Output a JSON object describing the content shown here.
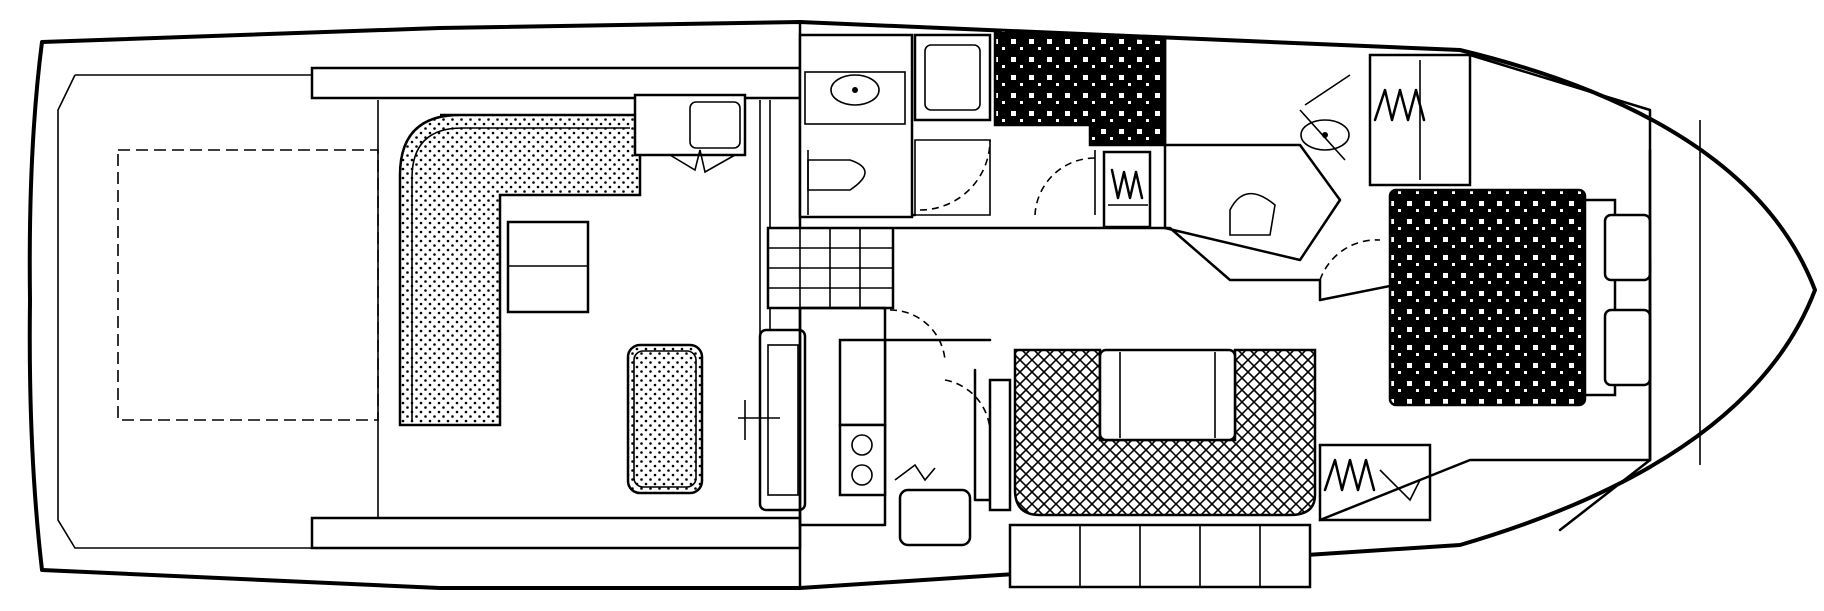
{
  "colors": {
    "line": "#000000",
    "background": "#ffffff"
  },
  "diagram": {
    "type": "floor-plan",
    "subject": "boat-deck-layout",
    "areas": [
      "cockpit",
      "aft-dinette-settee",
      "helm-console",
      "head-with-shower",
      "aft-cabin",
      "companionway-stairs",
      "galley",
      "salon-settee",
      "forward-head",
      "v-berth-cabin",
      "hanging-lockers"
    ],
    "labels": []
  }
}
